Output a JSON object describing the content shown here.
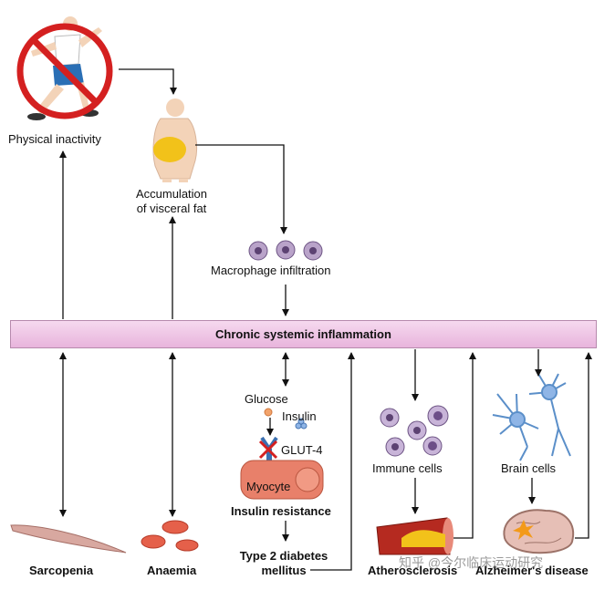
{
  "labels": {
    "physical_inactivity": "Physical inactivity",
    "accumulation_1": "Accumulation",
    "accumulation_2": "of visceral fat",
    "macrophage": "Macrophage infiltration",
    "chronic": "Chronic systemic inflammation",
    "glucose": "Glucose",
    "insulin": "Insulin",
    "glut4": "GLUT-4",
    "myocyte": "Myocyte",
    "insulin_resistance": "Insulin resistance",
    "t2d_1": "Type 2 diabetes",
    "t2d_2": "mellitus",
    "immune_cells": "Immune cells",
    "brain_cells": "Brain cells",
    "sarcopenia": "Sarcopenia",
    "anaemia": "Anaemia",
    "atherosclerosis": "Atherosclerosis",
    "alzheimers": "Alzheimer's disease"
  },
  "watermark": "知乎 @今尔临床运动研究",
  "colors": {
    "band": "#eab8de",
    "fat": "#f2c21a",
    "skin": "#f3d3b8",
    "myocyte": "#e8806a",
    "no_sign": "#d42020",
    "macrophage": "#8a6ea0",
    "neuron": "#5b8fc9"
  }
}
